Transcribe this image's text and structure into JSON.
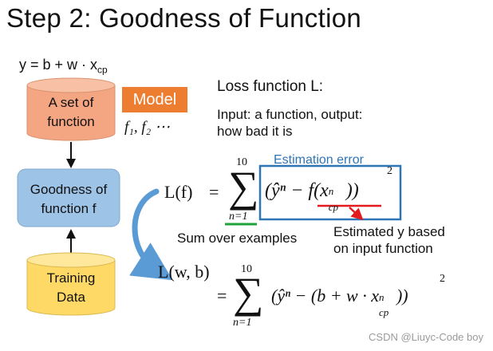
{
  "title": "Step 2: Goodness of Function",
  "model_formula": {
    "lhs": "y = b + w · x",
    "subscript": "cp"
  },
  "nodes": {
    "function_set": {
      "line1": "A set of",
      "line2": "function"
    },
    "goodness": {
      "line1": "Goodness of",
      "line2": "function f"
    },
    "training": {
      "line1": "Training",
      "line2": "Data"
    }
  },
  "model_badge": "Model",
  "function_list": "f₁, f₂ ⋯",
  "loss": {
    "heading": "Loss function L:",
    "desc_line1": "Input: a function, output:",
    "desc_line2": "how bad it is"
  },
  "equation1": {
    "lhs": "L(f)",
    "equals": "=",
    "sum_top": "10",
    "sum_bottom": "n=1",
    "body_open": "(ŷⁿ − ",
    "f_part": "f(x",
    "f_sub": "cp",
    "f_sup": "n",
    "body_close": "))",
    "power": "2"
  },
  "estimation_error": "Estimation error",
  "sum_over_examples": "Sum over examples",
  "estimated_y": {
    "line1": "Estimated y based",
    "line2": "on input function"
  },
  "equation2": {
    "lhs": "L(w, b)",
    "equals": "=",
    "sum_top": "10",
    "sum_bottom": "n=1",
    "body": "(ŷⁿ − (b + w · x",
    "sub": "cp",
    "sup": "n",
    "close": "))",
    "power": "2"
  },
  "watermark": "CSDN @Liuyc-Code boy",
  "colors": {
    "orange_cyl": "#f4a582",
    "blue_box": "#9dc3e6",
    "yellow_cyl": "#ffd966",
    "model_badge": "#ed7d31",
    "estimation_box": "#2e75b6",
    "red_underline": "#e41a1c",
    "green_underline": "#1fa33a",
    "curve_arrow": "#5b9bd5"
  }
}
